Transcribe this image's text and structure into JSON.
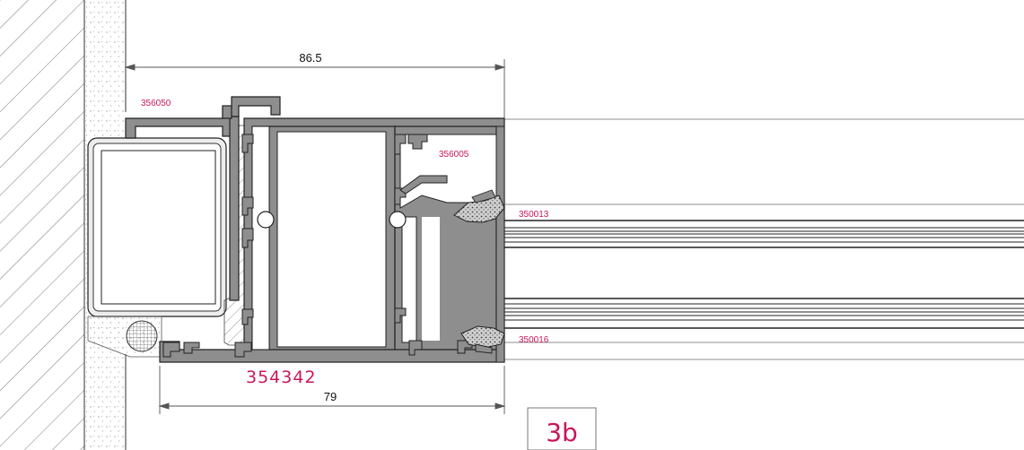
{
  "dimensions": {
    "top_width": "86.5",
    "bottom_width": "79"
  },
  "labels": {
    "frame_cap": "356050",
    "glazing_bead": "356005",
    "outer_gasket": "350013",
    "inner_gasket": "350016",
    "main_profile": "354342"
  },
  "badge": "3b",
  "colors": {
    "accent": "#c8175c",
    "profile_fill": "#8e8e8e",
    "line": "#222222"
  }
}
